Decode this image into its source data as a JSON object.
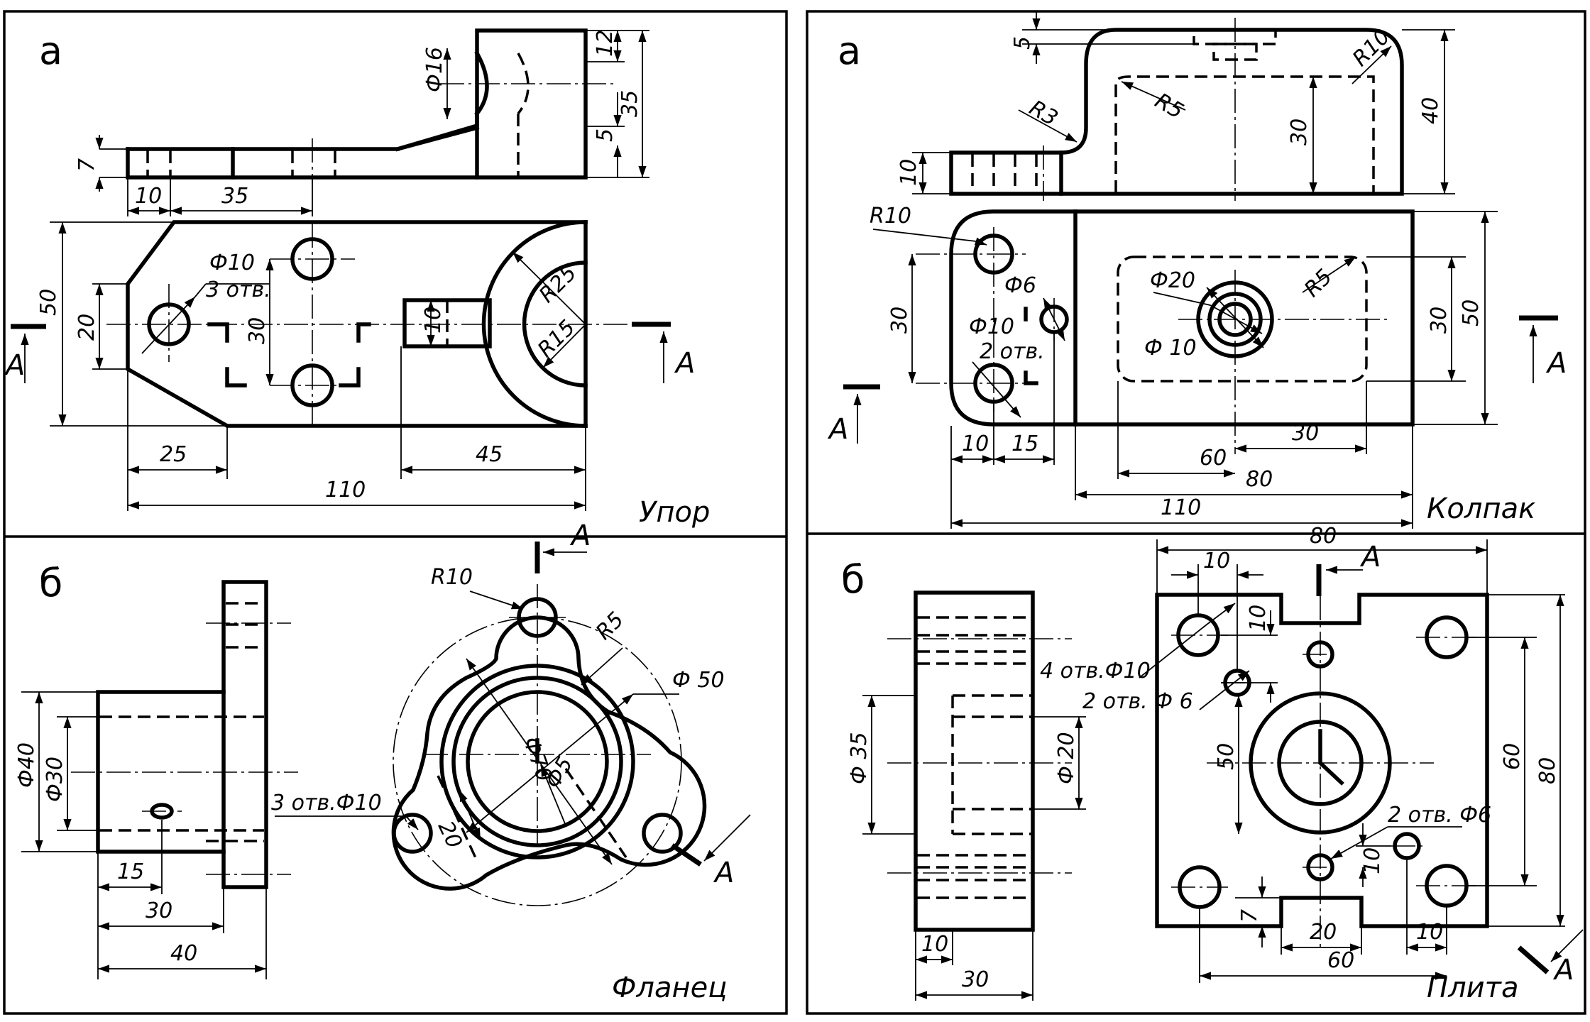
{
  "panels": {
    "stop": {
      "letter": "а",
      "name": "Упор",
      "dims": {
        "d16": "Ф16",
        "h12": "12",
        "h35": "35",
        "h5": "5",
        "h7": "7",
        "w10": "10",
        "w35": "35",
        "h50": "50",
        "h20": "20",
        "h30": "30",
        "hole": "Ф10",
        "holes_count": "3 отв.",
        "r25": "R25",
        "r15": "R15",
        "slot10": "10",
        "w25": "25",
        "w45": "45",
        "w110": "110"
      },
      "section": "A"
    },
    "cap": {
      "letter": "а",
      "name": "Колпак",
      "dims": {
        "h5": "5",
        "r10_top": "R10",
        "r5_top": "R5",
        "r3": "R3",
        "h30_top": "30",
        "h40": "40",
        "h10": "10",
        "r10": "R10",
        "d20": "Ф20",
        "r5": "R5",
        "d6": "Ф6",
        "h30_left": "30",
        "d10": "Ф10",
        "holes_count": "2 отв.",
        "d10_inner": "Ф 10",
        "h30_right": "30",
        "h50": "50",
        "w10": "10",
        "w15": "15",
        "w60": "60",
        "w30": "30",
        "w80": "80",
        "w110": "110"
      },
      "section": "A"
    },
    "flange": {
      "letter": "б",
      "name": "Фланец",
      "dims": {
        "d40": "Ф40",
        "d30": "Ф30",
        "w15": "15",
        "w30": "30",
        "w40": "40",
        "r10": "R10",
        "r5": "R5",
        "d50": "Ф 50",
        "d70": "Ф70",
        "d5": "Ф5",
        "holes": "3 отв.Ф10",
        "a20": "20"
      },
      "section": "A"
    },
    "plate": {
      "letter": "б",
      "name": "Плита",
      "dims": {
        "w80_top": "80",
        "w10_top": "10",
        "h10_top": "10",
        "holes4": "4 отв.Ф10",
        "holes2a": "2 отв. Ф 6",
        "d35": "Ф 35",
        "d20": "Ф 20",
        "h50": "50",
        "h60": "60",
        "h80": "80",
        "holes2b": "2 отв. Ф6",
        "h10_bot": "10",
        "h7": "7",
        "w20": "20",
        "w10_bot": "10",
        "w60": "60",
        "w10_side": "10",
        "w30_side": "30"
      },
      "section": "A"
    }
  }
}
